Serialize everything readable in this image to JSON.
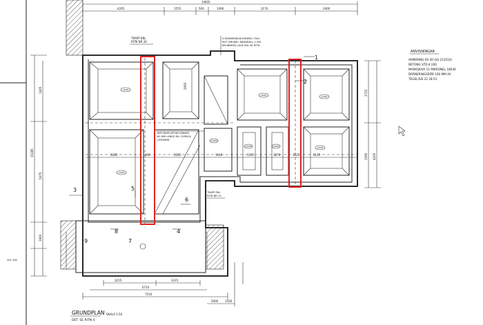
{
  "title": {
    "main": "GRUNDPLAN",
    "scale": "SKALA 1:50",
    "detail": "DET. SE RITN 4"
  },
  "notes": {
    "heading": "ANVISNINGAR",
    "lines": [
      "ARMERING KS 40 (SS 212510)",
      "BETONG STD.K 200",
      "MARKSKIVA 11 MIKRONEL 18036",
      "DRÄNERINGSRÖR 100 MM AV",
      "TEGEL/SIS 22 28 01"
    ]
  },
  "callouts": {
    "trapp_top": [
      "TRAPP ENL",
      "RITN NR 20"
    ],
    "drain": [
      "4 DRÄNERINGSLEDNING I FALL",
      "MOT BRUNN I RÄNNDALL 1:200",
      "BRUNNENS LÄGE ENL SE RITN"
    ],
    "betongplatta": [
      "BETONGPLATTAN SÄNKES",
      "80 MM LÄNGS RA I ÖVRIGA",
      "UTRYMME"
    ],
    "trapp_mid": [
      "TRAPP ENL",
      "RITN NR 19"
    ]
  },
  "dimensions": {
    "top_total": "14835",
    "top": [
      "4205",
      "1555",
      "500",
      "1490",
      "3170",
      "2400"
    ],
    "mid_left": [
      "3285",
      "400",
      "3025"
    ],
    "mid_right": [
      "1540",
      "1105",
      "1670",
      "1125",
      "3125"
    ],
    "bottom_a": [
      "3255",
      "3315"
    ],
    "bottom_b": "6710",
    "bottom_c": "7510",
    "bottom_d": [
      "5000",
      "1500"
    ],
    "left_total": "10285",
    "left_a": "5475",
    "left_b": "1405",
    "left_c": "1900",
    "right_a": "3725",
    "right_b": "1595",
    "right_c": "4205",
    "small_a": "2955"
  },
  "footings": [
    "+0000",
    "+0000",
    "+0000",
    "+0000",
    "+0000",
    "+0000",
    "+0000",
    "+0000"
  ],
  "sections": [
    "1",
    "2",
    "3",
    "4",
    "5",
    "6",
    "7",
    "8",
    "9"
  ],
  "corner_mark": "401-156"
}
